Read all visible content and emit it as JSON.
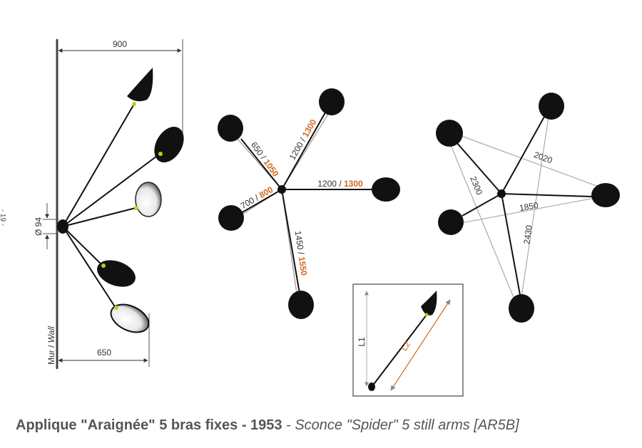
{
  "page_number": "- 19 -",
  "colors": {
    "accent": "#d2691e",
    "line": "#111111",
    "dim_line": "#999999"
  },
  "side_view": {
    "width_top": "900",
    "width_bottom": "650",
    "diameter": "Ø 94",
    "wall_label_fr": "Mur",
    "wall_label_sep": " / ",
    "wall_label_en": "Wall"
  },
  "spider_view": {
    "arm1": {
      "a": "650",
      "sep": " / ",
      "b": "1050"
    },
    "arm2": {
      "a": "1200",
      "sep": " / ",
      "b": "1300"
    },
    "arm3": {
      "a": "1200",
      "sep": " / ",
      "b": "1300"
    },
    "arm4": {
      "a": "700",
      "sep": " / ",
      "b": "800"
    },
    "arm5": {
      "a": "1450",
      "sep": " / ",
      "b": "1550"
    }
  },
  "star_view": {
    "d1": "2020",
    "d2": "2300",
    "d3": "1850",
    "d4": "2430"
  },
  "inset": {
    "l1": "L1",
    "l2": "L2"
  },
  "caption": {
    "fr": "Applique \"Araignée\" 5 bras fixes - 1953",
    "sep": " - ",
    "en": "Sconce \"Spider\" 5 still arms  [AR5B]"
  }
}
